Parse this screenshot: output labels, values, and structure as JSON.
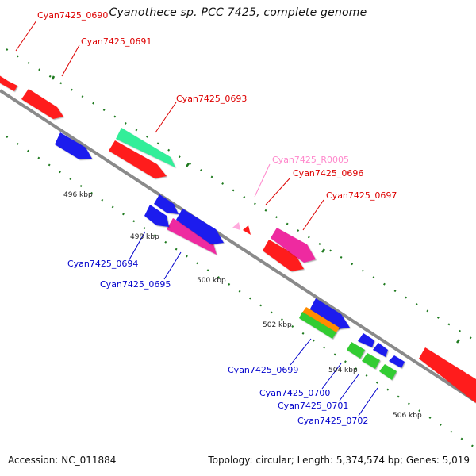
{
  "title": "Cyanothece sp. PCC 7425, complete genome",
  "footer": {
    "accession": "Accession: NC_011884",
    "summary": "Topology: circular; Length: 5,374,574 bp; Genes: 5,019"
  },
  "colors": {
    "background": "#ffffff",
    "backbone": "#8a8a8a",
    "tick": "#1f7a1f",
    "cds_red": "#ff1a1a",
    "cds_blue": "#1a1aee",
    "cds_teal": "#33ee99",
    "cds_magenta": "#ee2aa0",
    "cds_green": "#33cc33",
    "cds_orange": "#ff8c00",
    "rna_pink": "#ffaadd",
    "label_red": "#dd0000",
    "label_blue": "#0000cc",
    "label_pink": "#ff88cc"
  },
  "kbp_labels": [
    "496 kbp",
    "498 kbp",
    "500 kbp",
    "502 kbp",
    "504 kbp",
    "506 kbp"
  ],
  "gene_labels": [
    {
      "id": "Cyan7425_0690",
      "color": "label_red"
    },
    {
      "id": "Cyan7425_0691",
      "color": "label_red"
    },
    {
      "id": "Cyan7425_0693",
      "color": "label_red"
    },
    {
      "id": "Cyan7425_R0005",
      "color": "label_pink"
    },
    {
      "id": "Cyan7425_0696",
      "color": "label_red"
    },
    {
      "id": "Cyan7425_0697",
      "color": "label_red"
    },
    {
      "id": "Cyan7425_0694",
      "color": "label_blue"
    },
    {
      "id": "Cyan7425_0695",
      "color": "label_blue"
    },
    {
      "id": "Cyan7425_0699",
      "color": "label_blue"
    },
    {
      "id": "Cyan7425_0700",
      "color": "label_blue"
    },
    {
      "id": "Cyan7425_0701",
      "color": "label_blue"
    },
    {
      "id": "Cyan7425_0702",
      "color": "label_blue"
    }
  ]
}
